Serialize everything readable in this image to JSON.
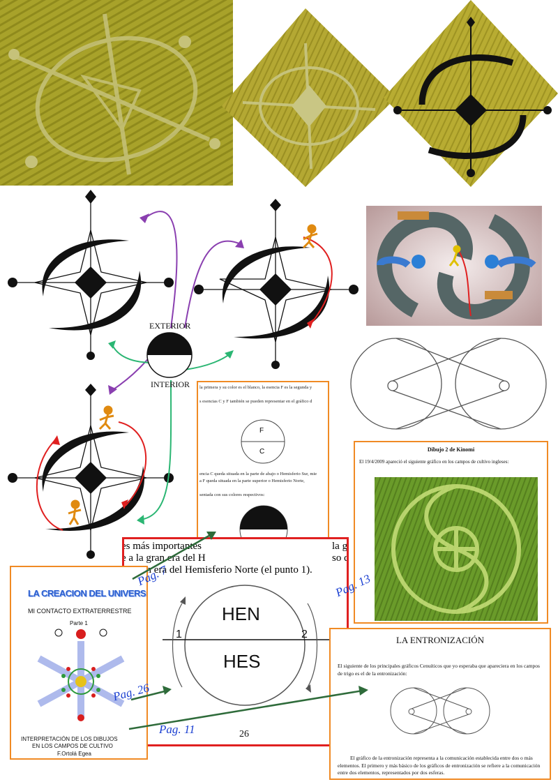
{
  "labels": {
    "exterior": "EXTERIOR",
    "interior": "INTERIOR"
  },
  "page7": {
    "line1": "la primera y su color es el blanco, la esencia F es la segunda y",
    "line2": "s esencias C y F también se pueden representar en el gráfico d",
    "circle_top": "F",
    "circle_bottom": "C",
    "line3": "encia C queda situada en la parte de abajo o Hemisferio Sur, mie",
    "line4": "a F queda situada en la parte superior o Hemisferio Norte,",
    "line5": "sentada con sus colores respectivos:"
  },
  "page26": {
    "text1": "es más importantes",
    "text1b": "la gr",
    "text2": "e a la gran era del H",
    "text2b": "so d",
    "text3": "a gran era del Hemisferio Norte (el punto 1).",
    "hen": "HEN",
    "hes": "HES",
    "point1": "1",
    "point2": "2",
    "page_number": "26"
  },
  "book": {
    "title": "LA CREACION DEL UNIVERSO",
    "subtitle": "MI CONTACTO EXTRATERRESTRE",
    "part": "Parte 1",
    "footer1": "INTERPRETACIÓN DE LOS DIBUJOS",
    "footer2": "EN LOS CAMPOS DE CULTIVO",
    "author": "F.Ortolá Egea"
  },
  "page13": {
    "title": "Dibujo 2 de Kinomi",
    "text": "El 19/4/2009 apareció el siguiente gráfico en los campos de cultivo ingleses:"
  },
  "page11": {
    "title": "LA ENTRONIZACIÓN",
    "intro": "El siguiente de los principales gráficos Cenuíticos que yo esperaba que apareciera en los campos de trigo es el de la entronización:",
    "body": "El gráfico de la entronización representa a la comunicación establecida entre dos o más elementos. El primero y más básico de los gráficos de entronización se refiere a la comunicación entre dos elementos, representados por dos esferas."
  },
  "pag_labels": {
    "pag7": "Pag. 7",
    "pag13": "Pag. 13",
    "pag26": "Pag. 26",
    "pag11": "Pag. 11"
  },
  "colors": {
    "orange": "#f08a24",
    "red": "#e02020",
    "blue_label": "#1a3fd1",
    "green_arrow": "#2e6b3a",
    "purple_arrow": "#8a3fb0",
    "teal_arrow": "#2bb673",
    "field": "#a9a82b"
  }
}
